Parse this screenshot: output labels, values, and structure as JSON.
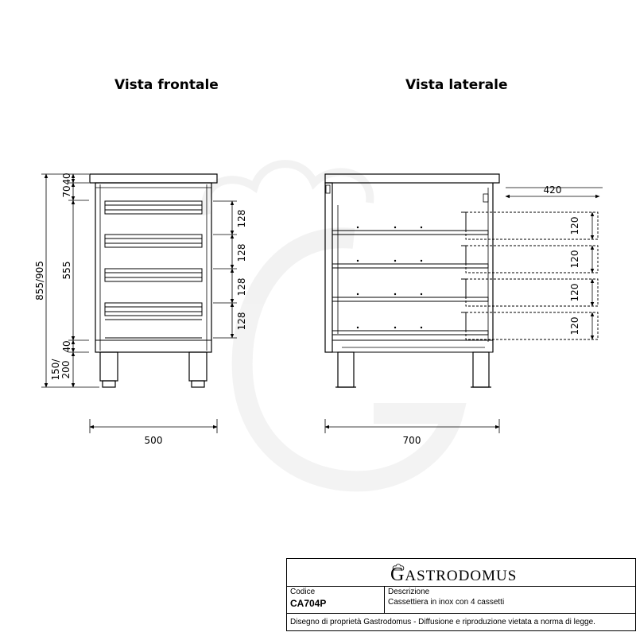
{
  "views": {
    "front_title": "Vista frontale",
    "side_title": "Vista laterale"
  },
  "dimensions": {
    "front": {
      "width": "500",
      "top_40": "40",
      "top_70": "70",
      "mid_555": "555",
      "bottom_40": "40",
      "leg_a": "150/",
      "leg_b": "200",
      "overall_height": "855/905",
      "drawer_pitch": [
        "128",
        "128",
        "128",
        "128"
      ]
    },
    "side": {
      "depth": "700",
      "extension": "420",
      "drawer_heights": [
        "120",
        "120",
        "120",
        "120"
      ]
    }
  },
  "title_block": {
    "logo_initial": "G",
    "logo_rest": "ASTRODOMUS",
    "code_label": "Codice",
    "code_value": "CA704P",
    "desc_label": "Descrizione",
    "desc_value": "Cassettiera in inox con 4 cassetti",
    "footer": "Disegno di proprietà Gastrodomus - Diffusione e riproduzione vietata a norma di legge."
  }
}
